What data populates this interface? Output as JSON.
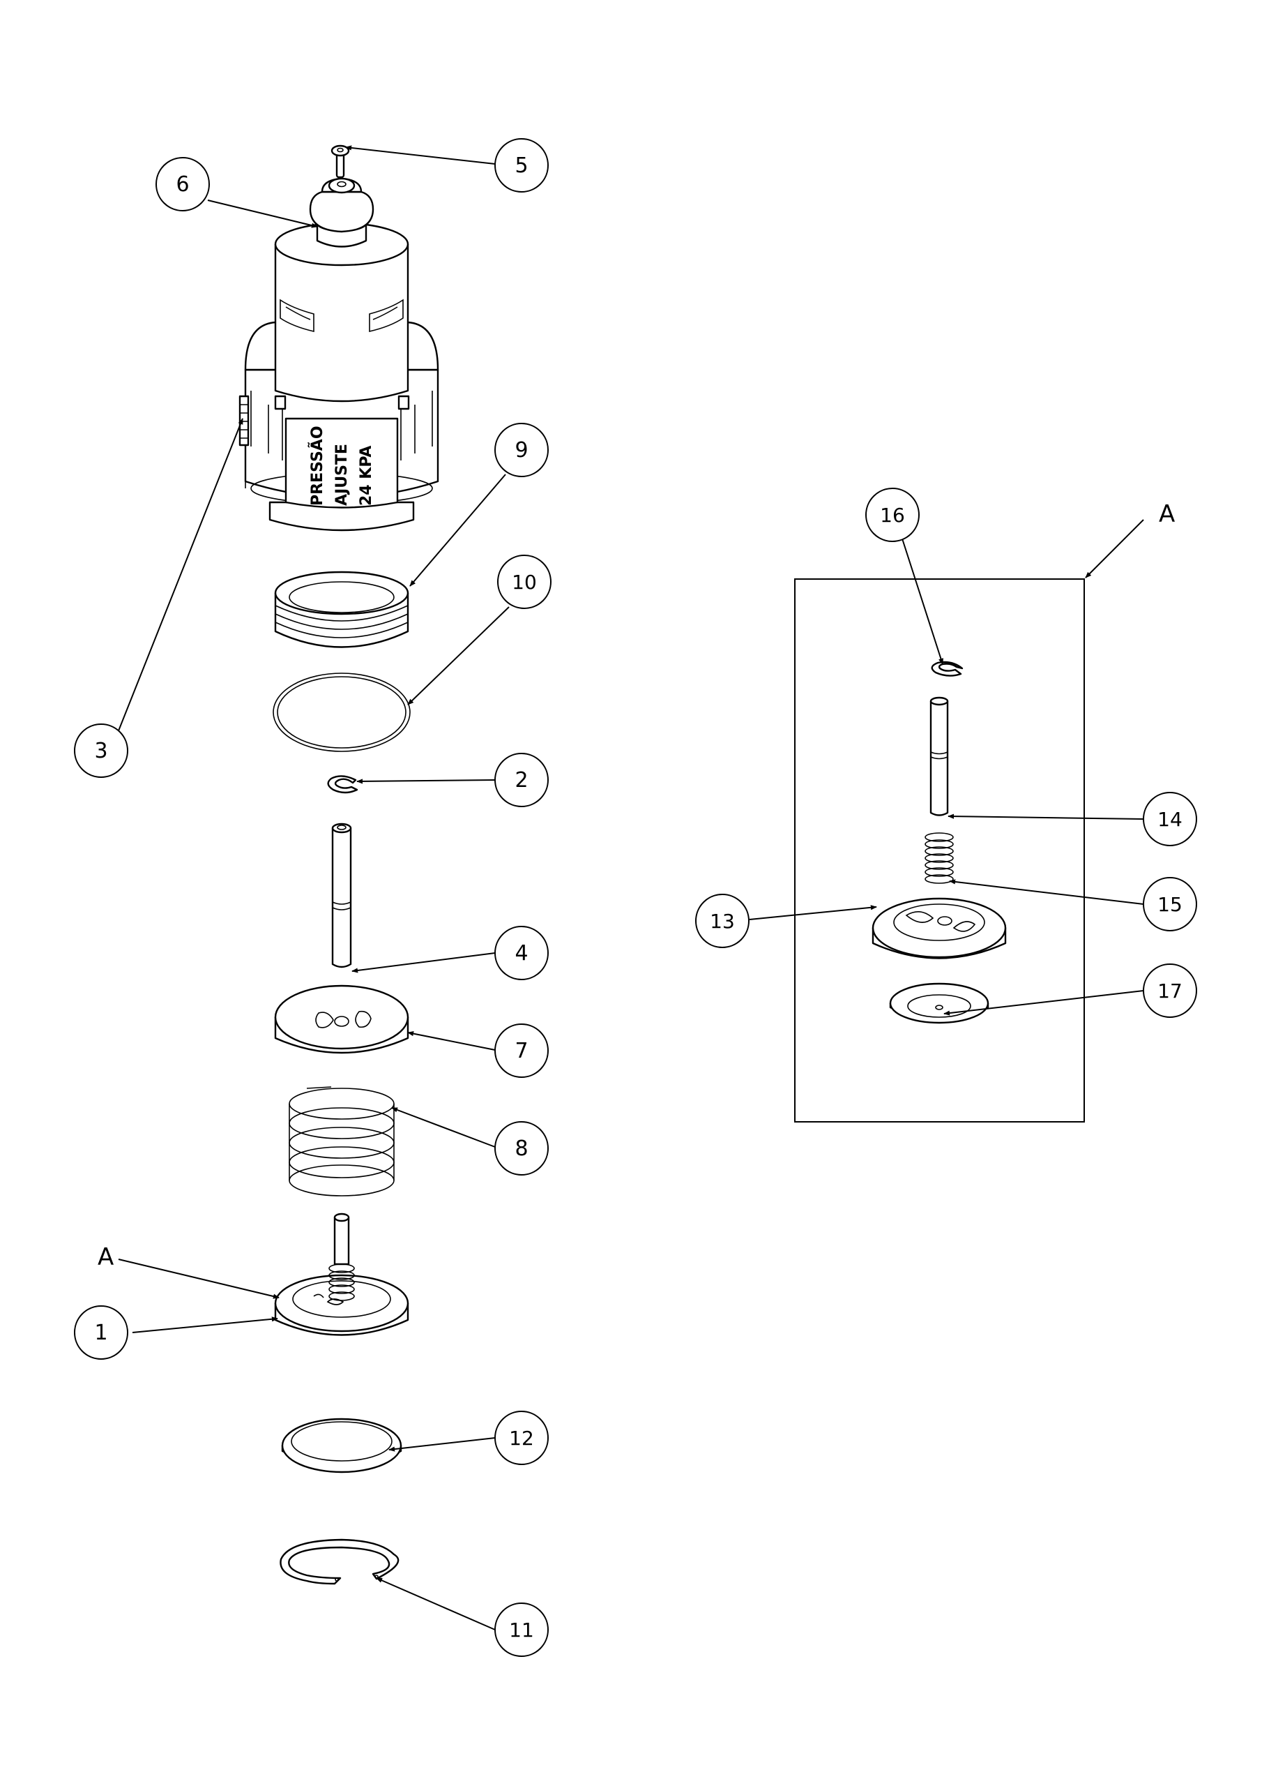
{
  "view_label": "A",
  "label_text": [
    "PRESSÃO",
    "AJUSTE",
    "24 KPA"
  ],
  "balloons": [
    "1",
    "2",
    "3",
    "4",
    "5",
    "6",
    "7",
    "8",
    "9",
    "10",
    "11",
    "12",
    "13",
    "14",
    "15",
    "16",
    "17"
  ],
  "colors": {
    "line": "#000000",
    "paper": "#ffffff"
  }
}
